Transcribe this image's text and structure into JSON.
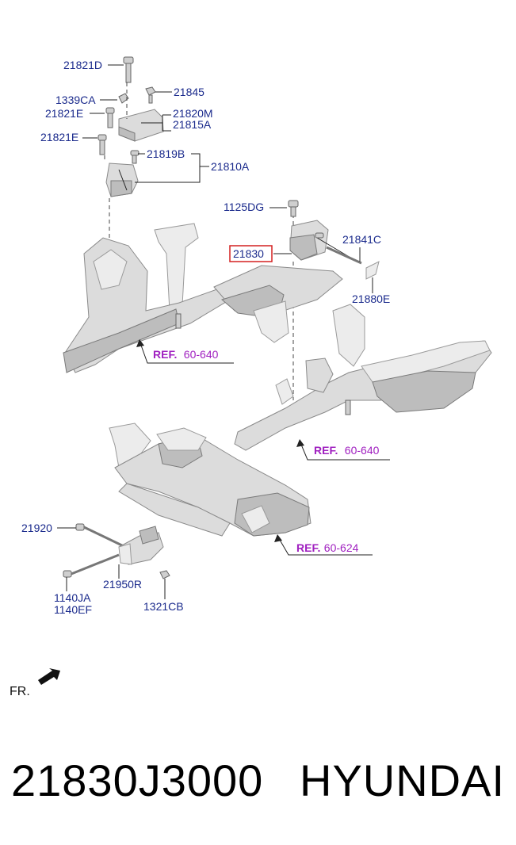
{
  "labels": {
    "l21821D": "21821D",
    "l1339CA": "1339CA",
    "l21845": "21845",
    "l21821E_a": "21821E",
    "l21820M": "21820M",
    "l21815A": "21815A",
    "l21821E_b": "21821E",
    "l21819B": "21819B",
    "l21810A": "21810A",
    "l1125DG": "1125DG",
    "l21830": "21830",
    "l21841C": "21841C",
    "l21880E": "21880E",
    "l21920": "21920",
    "l21950R": "21950R",
    "l1140JA": "1140JA",
    "l1140EF": "1140EF",
    "l1321CB": "1321CB"
  },
  "refs": {
    "ref1_prefix": "REF.",
    "ref1_num": "60-640",
    "ref2_prefix": "REF.",
    "ref2_num": "60-640",
    "ref3_prefix": "REF.",
    "ref3_num": "60-624"
  },
  "direction_label": "FR.",
  "highlight_color": "#d42020",
  "footer": {
    "part_number": "21830J3000",
    "brand": "HYUNDAI"
  }
}
